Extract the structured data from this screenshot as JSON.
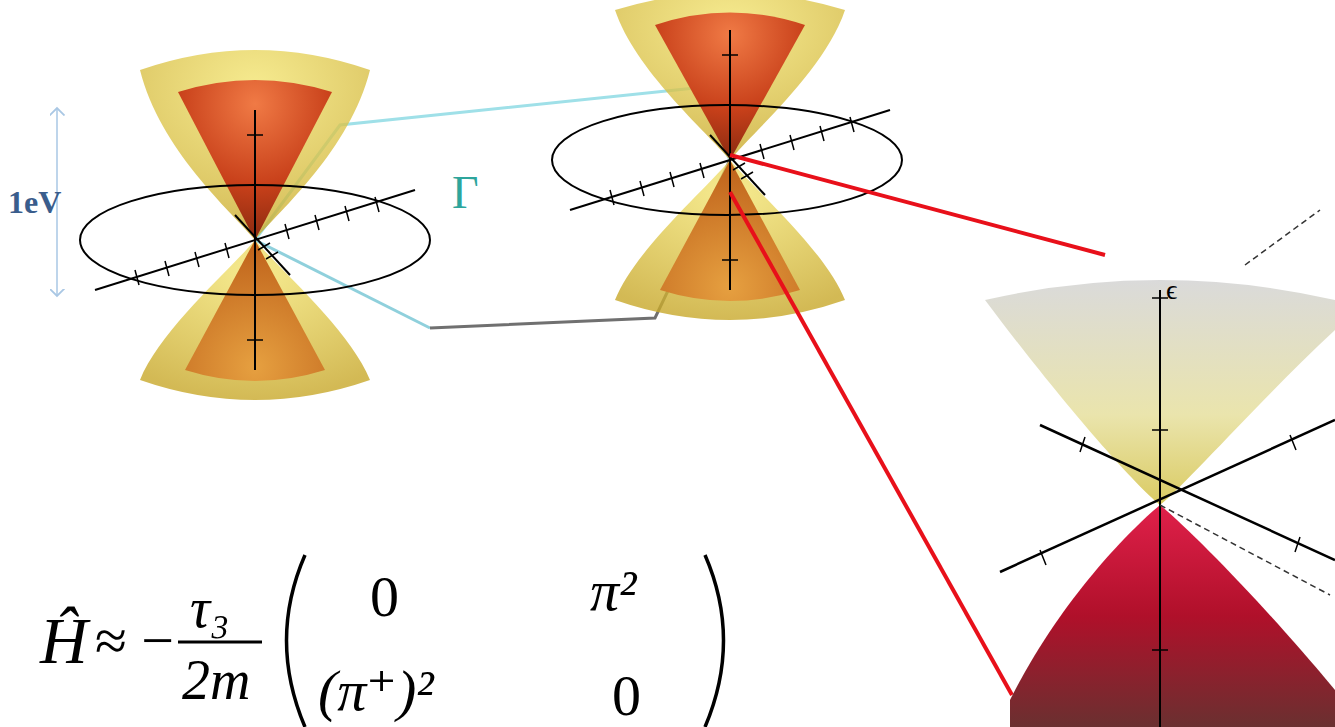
{
  "diagram": {
    "labels": [
      "1eV",
      "Γ",
      "ϵ",
      "Ĥ",
      "≈ −",
      "τ₃",
      "2m",
      "0",
      "π²",
      "(π⁺)²",
      "0"
    ]
  }
}
